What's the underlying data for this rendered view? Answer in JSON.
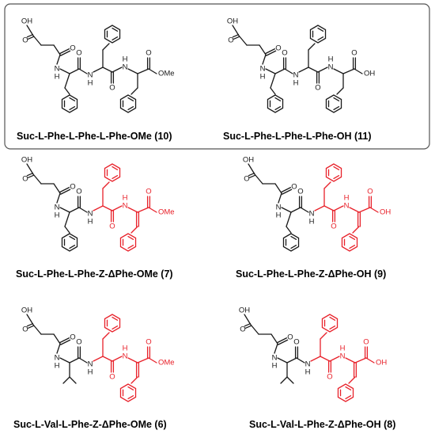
{
  "colors": {
    "black": "#1a1a1a",
    "red": "#e8212a",
    "frame": "#555555"
  },
  "atom_labels": {
    "acid_oh": "OH",
    "amide_n": "N",
    "amide_h": "H",
    "carbonyl_o": "O",
    "ester_ome": "OMe",
    "acid_terminal_oh": "OH"
  },
  "compounds": [
    {
      "label": "Suc-L-Phe-L-Phe-L-Phe-OMe (10)",
      "residue": "Phe",
      "dehydro": false,
      "terminal": "OMe"
    },
    {
      "label": "Suc-L-Phe-L-Phe-L-Phe-OH (11)",
      "residue": "Phe",
      "dehydro": false,
      "terminal": "OH"
    },
    {
      "label": "Suc-L-Phe-L-Phe-Z-ΔPhe-OMe (7)",
      "residue": "Phe",
      "dehydro": true,
      "terminal": "OMe"
    },
    {
      "label": "Suc-L-Phe-L-Phe-Z-ΔPhe-OH (9)",
      "residue": "Phe",
      "dehydro": true,
      "terminal": "OH"
    },
    {
      "label": "Suc-L-Val-L-Phe-Z-ΔPhe-OMe (6)",
      "residue": "Val",
      "dehydro": true,
      "terminal": "OMe"
    },
    {
      "label": "Suc-L-Val-L-Phe-Z-ΔPhe-OH (8)",
      "residue": "Val",
      "dehydro": true,
      "terminal": "OH"
    }
  ]
}
